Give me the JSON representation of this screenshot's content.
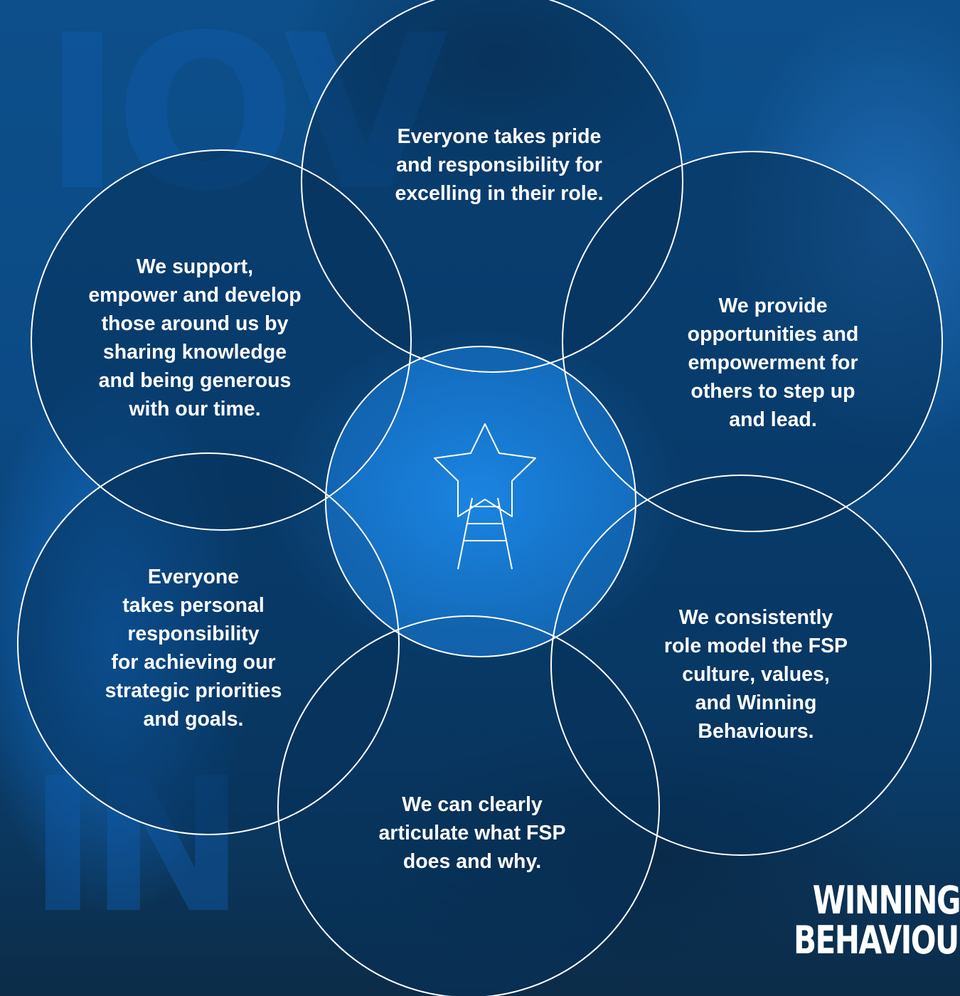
{
  "circles": {
    "top": "Everyone takes pride\nand responsibility for\nexcelling in their role.",
    "upper_left": "We support,\nempower and develop\nthose around us by\nsharing knowledge\nand being generous\nwith our time.",
    "upper_right": "We provide\nopportunities and\nempowerment for\nothers to step up\nand lead.",
    "lower_left": "Everyone\ntakes personal\nresponsibility\nfor achieving our\nstrategic priorities\nand goals.",
    "lower_right": "We consistently\nrole model the FSP\nculture, values,\nand Winning\nBehaviours.",
    "bottom": "We can clearly\narticulate what FSP\ndoes and why."
  },
  "center_icon": "star-ladder-icon",
  "brand": {
    "line1": "WINNING",
    "line2": "BEHAVIOURS"
  },
  "colors": {
    "circle_stroke": "#ffffff",
    "circle_fill": "#0b3f6e",
    "text": "#ffffff"
  }
}
